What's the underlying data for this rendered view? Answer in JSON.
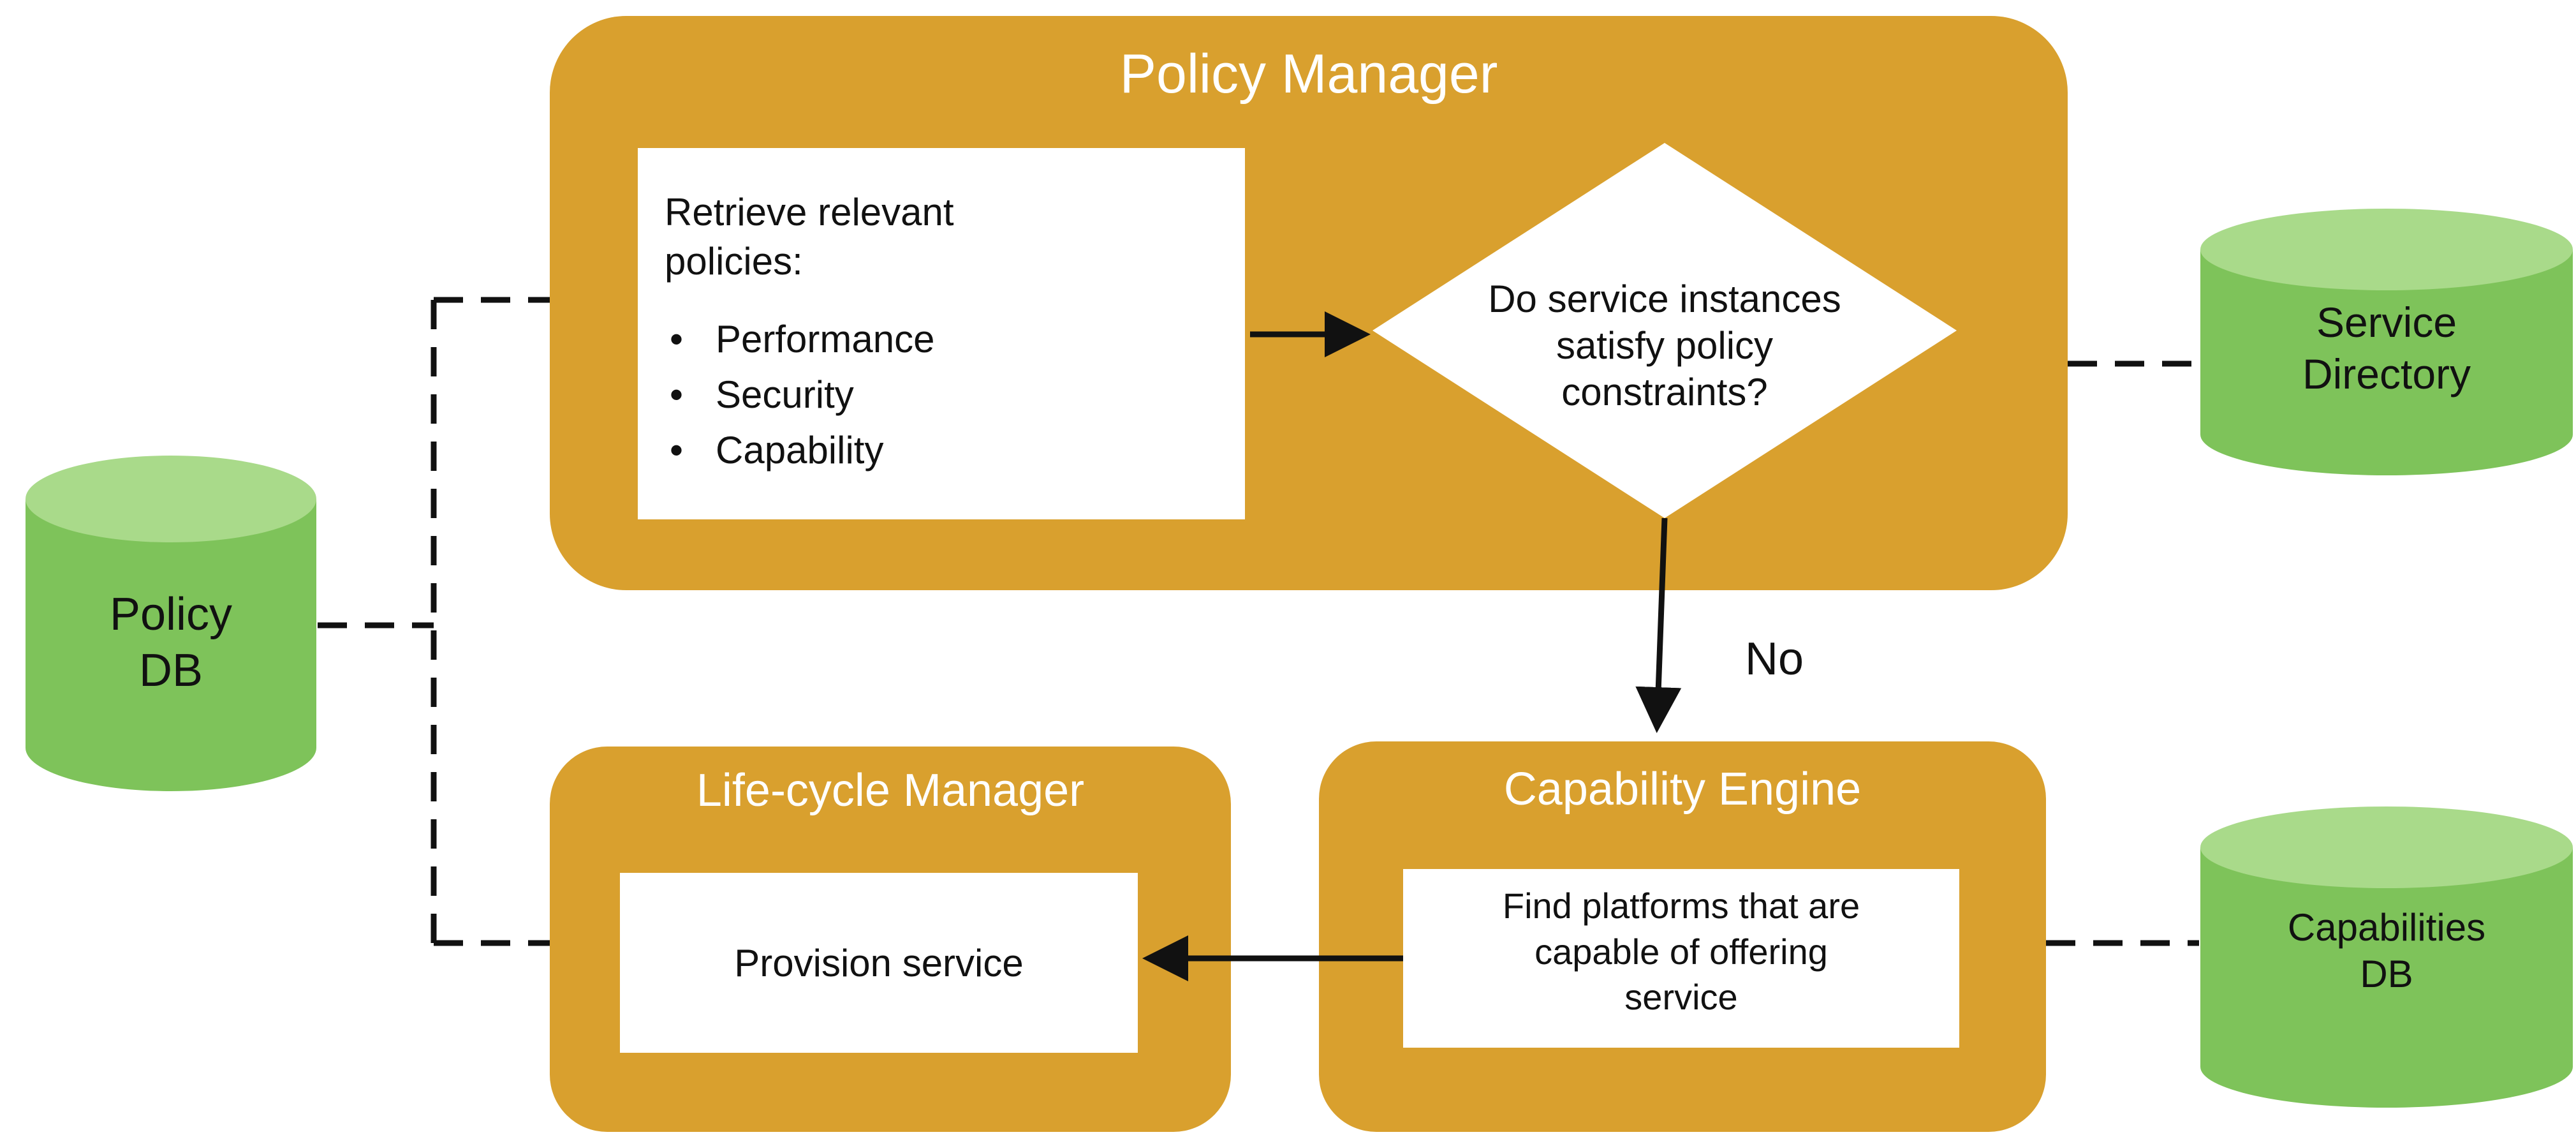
{
  "colors": {
    "panel": "#d9a02e",
    "database": "#7ec35a",
    "database_top": "#a9da8a",
    "box": "#ffffff",
    "arrow": "#111111"
  },
  "policy_manager": {
    "title": "Policy Manager",
    "retrieve_box": {
      "heading_line1": "Retrieve relevant",
      "heading_line2": "policies:",
      "items": [
        "Performance",
        "Security",
        "Capability"
      ]
    },
    "decision": {
      "line1": "Do service instances",
      "line2": "satisfy policy",
      "line3": "constraints?"
    }
  },
  "decision_edge_label": "No",
  "lifecycle_manager": {
    "title": "Life-cycle Manager",
    "box_label": "Provision service"
  },
  "capability_engine": {
    "title": "Capability Engine",
    "box_line1": "Find platforms that are",
    "box_line2": "capable of offering",
    "box_line3": "service"
  },
  "databases": {
    "policy_db": {
      "line1": "Policy",
      "line2": "DB"
    },
    "service_directory": {
      "line1": "Service",
      "line2": "Directory"
    },
    "capabilities_db": {
      "line1": "Capabilities",
      "line2": "DB"
    }
  }
}
